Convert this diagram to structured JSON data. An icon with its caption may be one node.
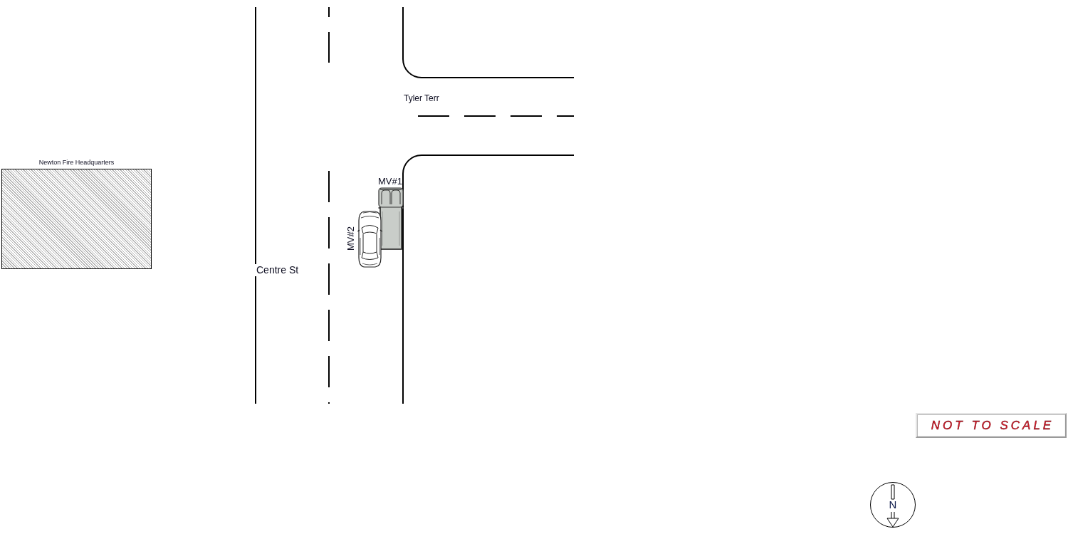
{
  "diagram": {
    "nodes": [
      {
        "text": [
          "Newton Fire Headquarters"
        ]
      },
      {
        "text": [
          "NOT TO SCALE"
        ]
      },
      {
        "text": [
          "N"
        ]
      }
    ],
    "labels": [
      "Tyler Terr",
      "MV#1",
      "MV#2",
      "Centre St"
    ]
  }
}
